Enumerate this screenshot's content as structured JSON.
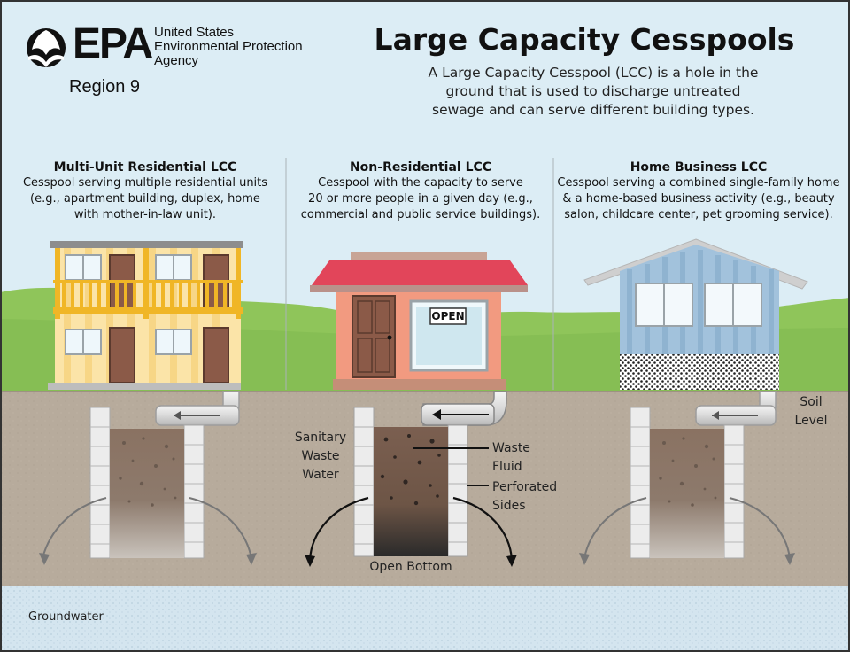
{
  "header": {
    "agency_name_line1": "United States",
    "agency_name_line2": "Environmental Protection",
    "agency_name_line3": "Agency",
    "logo_text": "EPA",
    "region": "Region 9",
    "title": "Large Capacity Cesspools",
    "subtitle_line1": "A Large Capacity Cesspool (LCC) is a hole in the",
    "subtitle_line2": "ground that is used to discharge untreated",
    "subtitle_line3": "sewage and can serve different building types."
  },
  "columns": [
    {
      "heading": "Multi-Unit Residential LCC",
      "desc_line1": "Cesspool serving multiple residential units",
      "desc_line2": "(e.g., apartment building, duplex, home",
      "desc_line3": "with mother-in-law unit)."
    },
    {
      "heading": "Non-Residential LCC",
      "desc_line1": "Cesspool with the capacity to serve",
      "desc_line2": "20 or more people in a given day (e.g.,",
      "desc_line3": "commercial and public service buildings)."
    },
    {
      "heading": "Home Business LCC",
      "desc_line1": "Cesspool serving a combined single-family home",
      "desc_line2": "& a home-based business activity (e.g., beauty",
      "desc_line3": "salon, childcare center, pet grooming service)."
    }
  ],
  "shop_sign": "OPEN",
  "labels": {
    "soil_line1": "Soil",
    "soil_line2": "Level",
    "sanitary_line1": "Sanitary",
    "sanitary_line2": "Waste",
    "sanitary_line3": "Water",
    "waste_line1": "Waste",
    "waste_line2": "Fluid",
    "perforated_line1": "Perforated",
    "perforated_line2": "Sides",
    "open_bottom": "Open Bottom",
    "groundwater": "Groundwater"
  },
  "colors": {
    "sky": "#dceef6",
    "grass": "#8fc55a",
    "soil": "#b5a99a",
    "groundwater": "#d2e4ee",
    "brick": "#ececec",
    "waste": "#8a7262"
  }
}
